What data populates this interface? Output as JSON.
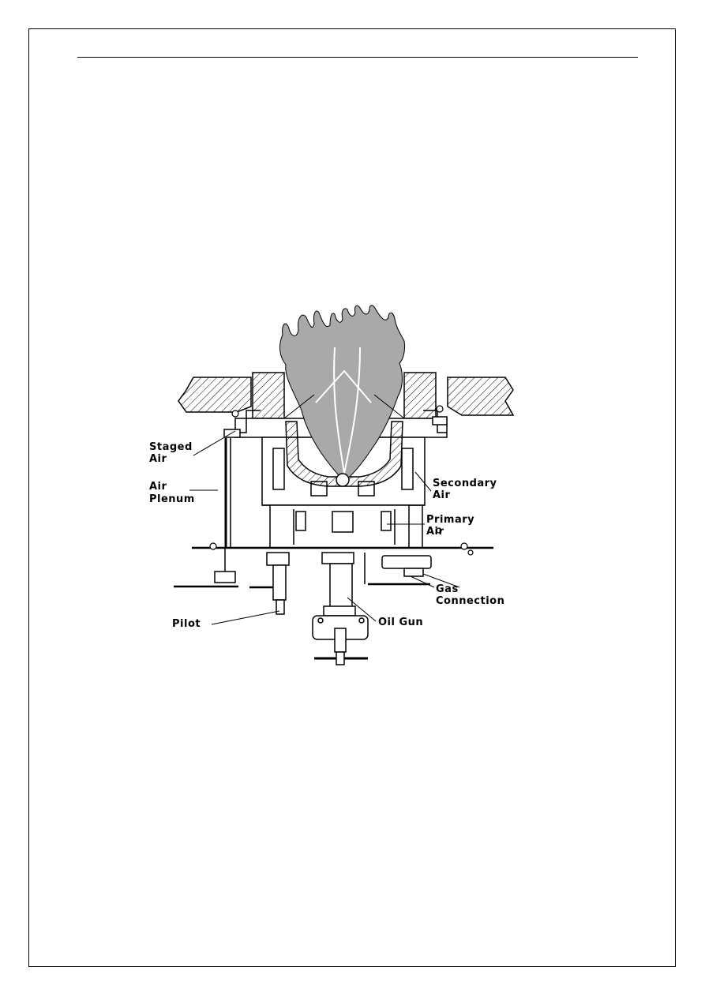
{
  "diagram": {
    "labels": {
      "staged_air": [
        "Staged",
        "Air"
      ],
      "air_plenum": [
        "Air",
        "Plenum"
      ],
      "secondary_air": [
        "Secondary",
        "Air"
      ],
      "primary_air": [
        "Primary",
        "Air"
      ],
      "gas_connection": [
        "Gas",
        "Connection"
      ],
      "pilot": "Pilot",
      "oil_gun": "Oil Gun"
    },
    "colors": {
      "flame": "#a9a9a9",
      "line": "#000000",
      "background": "#ffffff"
    }
  }
}
